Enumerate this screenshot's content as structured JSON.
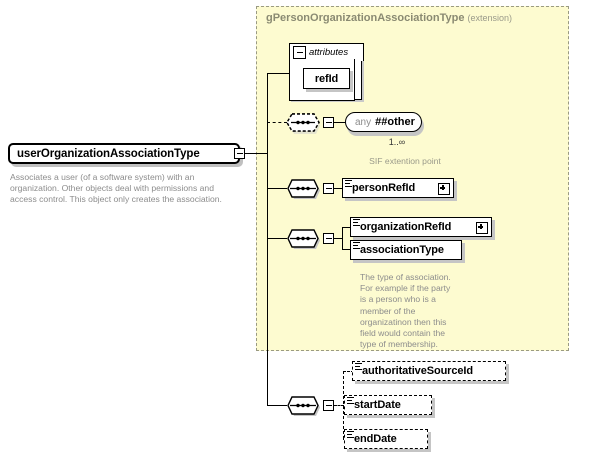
{
  "diagram": {
    "type": "xsd-schema-element-diagram",
    "root": {
      "name": "userOrganizationAssociationType",
      "toggle": "collapse-minus",
      "annotation": "Associates a user (of a software system) with an organization. Other objects deal with permissions and access control. This object only creates the association."
    },
    "extension_panel": {
      "title": "gPersonOrganizationAssociationType",
      "kind": "(extension)"
    },
    "attributes_group": {
      "label": "attributes",
      "toggle": "collapse-minus",
      "items": [
        {
          "name": "refId",
          "required": true
        }
      ]
    },
    "sequences": [
      {
        "id": "seq-any",
        "optional": true,
        "toggle": "collapse-minus",
        "children": [
          {
            "kind": "any",
            "keyword": "any",
            "namespace": "##other",
            "cardinality": "1..∞",
            "annotation": "SIF extention point"
          }
        ]
      },
      {
        "id": "seq-person",
        "optional": false,
        "toggle": "collapse-minus",
        "children": [
          {
            "name": "personRefId",
            "required": true,
            "expandable": true
          }
        ]
      },
      {
        "id": "seq-organization",
        "optional": false,
        "toggle": "collapse-minus",
        "children": [
          {
            "name": "organizationRefId",
            "required": true,
            "expandable": true
          },
          {
            "name": "associationType",
            "required": true,
            "expandable": false,
            "annotation": "The type of association. For example if the party is a person who is a member of the organizatinon then this field would contain the type of membership."
          }
        ]
      },
      {
        "id": "seq-optional-fields",
        "optional": false,
        "toggle": "collapse-minus",
        "children": [
          {
            "name": "authoritativeSourceId",
            "required": false,
            "expandable": false
          },
          {
            "name": "startDate",
            "required": false,
            "expandable": false
          },
          {
            "name": "endDate",
            "required": false,
            "expandable": false
          }
        ]
      }
    ],
    "colors": {
      "extension_background": "#fdfbd0",
      "extension_border": "#9a9a82",
      "extension_title": "#8a8a72",
      "annotation_text": "#8c8c8c",
      "box_border": "#000000",
      "box_background": "#ffffff",
      "box_shadow": "#c5c5c5"
    }
  }
}
